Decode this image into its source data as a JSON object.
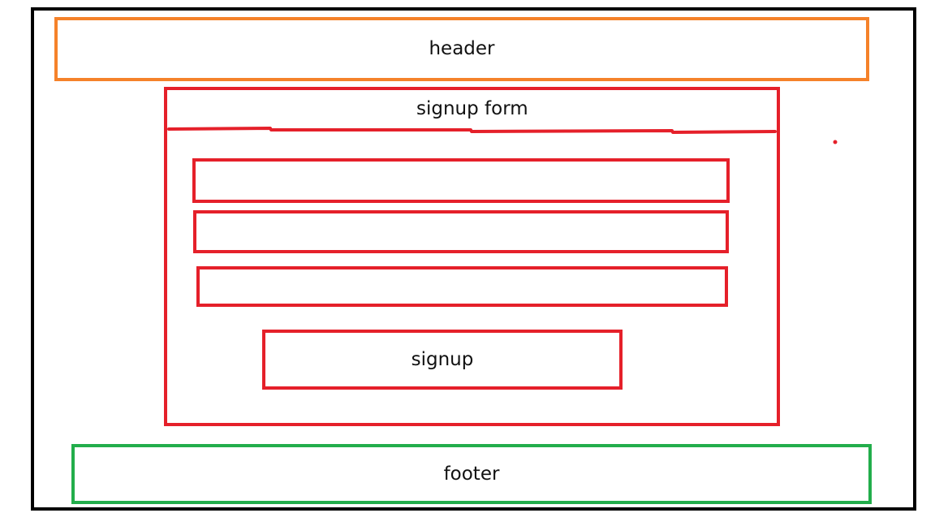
{
  "header": {
    "label": "header"
  },
  "form": {
    "title": "signup form",
    "fields": [
      "",
      "",
      ""
    ],
    "button_label": "signup"
  },
  "footer": {
    "label": "footer"
  },
  "colors": {
    "frame": "#000000",
    "header": "#f5822a",
    "form": "#e5202a",
    "footer": "#22ad4b"
  }
}
